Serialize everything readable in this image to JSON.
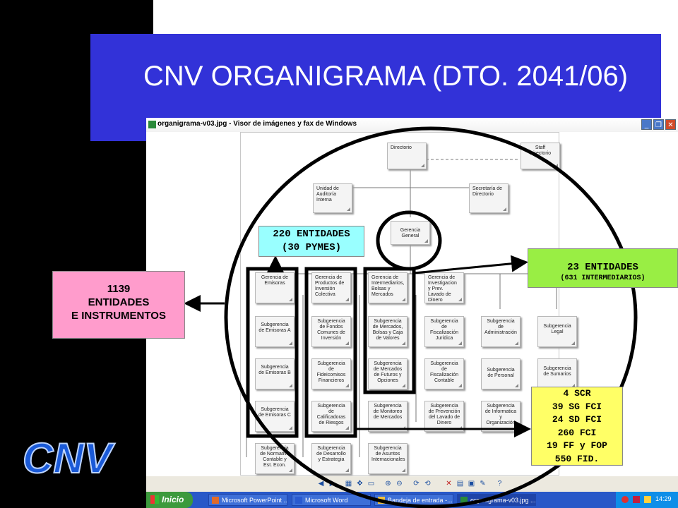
{
  "slide": {
    "title": "CNV ORGANIGRAMA (DTO. 2041/06)",
    "logo_text": "CNV",
    "colors": {
      "title_band": "#3232d8",
      "left_band": "#000000"
    }
  },
  "window": {
    "title": "organigrama-v03.jpg - Visor de imágenes y fax de Windows",
    "buttons": {
      "minimize": "_",
      "restore": "❐",
      "close": "✕"
    }
  },
  "org": {
    "directorio": "Directorio",
    "staff": "Staff Directorio",
    "auditoria": "Unidad de Auditoría Interna",
    "secretaria": "Secretaría de Directorio",
    "gerencia_general": "Gerencia General",
    "col1": [
      "Gerencia de Emisoras",
      "Subgerencia de Emisoras A",
      "Subgerencia de Emisoras B",
      "Subgerencia de Emisoras C",
      "Subgerencia de Normativa Contable y Est. Econ."
    ],
    "col2": [
      "Gerencia de Productos de Inversión Colectiva",
      "Subgerencia de Fondos Comunes de Inversión",
      "Subgerencia de Fideicomisos Financieros",
      "Subgerencia de Calificadoras de Riesgos",
      "Subgerencia de Desarrollo y Estrategia"
    ],
    "col3": [
      "Gerencia de Intermediarios, Bolsas y Mercados",
      "Subgerencia de Mercados, Bolsas y Caja de Valores",
      "Subgerencia de Mercados de Futuros y Opciones",
      "Subgerencia de Monitoreo de Mercados",
      "Subgerencia de Asuntos Internacionales"
    ],
    "col4": [
      "Gerencia de Investigacion y Prev. Lavado de Dinero",
      "Subgerencia de Fiscalización Jurídica",
      "Subgerencia de Fiscalización Contable",
      "Subgerencia de Prevención del Lavado de Dinero"
    ],
    "col5": [
      "Subgerencia de Administración",
      "Subgerencia de Personal",
      "Subgerencia de Informatica y Organización"
    ],
    "col6": [
      "Subgerencia Legal",
      "Subgerencia de Sumarios"
    ]
  },
  "annotations": {
    "pink": [
      "1139",
      "ENTIDADES",
      "E INSTRUMENTOS"
    ],
    "cyan": [
      "220 ENTIDADES",
      "(30 PYMES)"
    ],
    "green_main": "23 ENTIDADES",
    "green_sub": "(631 INTERMEDIARIOS)",
    "yellow": [
      "4 SCR",
      "39 SG FCI",
      "24 SD FCI",
      "260 FCI",
      "19 FF y FOP",
      "550 FID."
    ],
    "colors": {
      "pink": "#ff9ccc",
      "cyan": "#99ffff",
      "green": "#99ee44",
      "yellow": "#ffff66"
    }
  },
  "viewer_toolbar": [
    "back-icon",
    "forward-icon",
    "best-fit-icon",
    "actual-size-icon",
    "slideshow-icon",
    "zoom-in-icon",
    "zoom-out-icon",
    "rotate-cw-icon",
    "rotate-ccw-icon",
    "delete-icon",
    "print-icon",
    "save-icon",
    "edit-icon",
    "help-icon"
  ],
  "taskbar": {
    "start": "Inicio",
    "tasks": [
      "Microsoft PowerPoint ...",
      "Microsoft Word",
      "Bandeja de entrada -...",
      "organigrama-v03.jpg ..."
    ],
    "clock": "14:29"
  }
}
